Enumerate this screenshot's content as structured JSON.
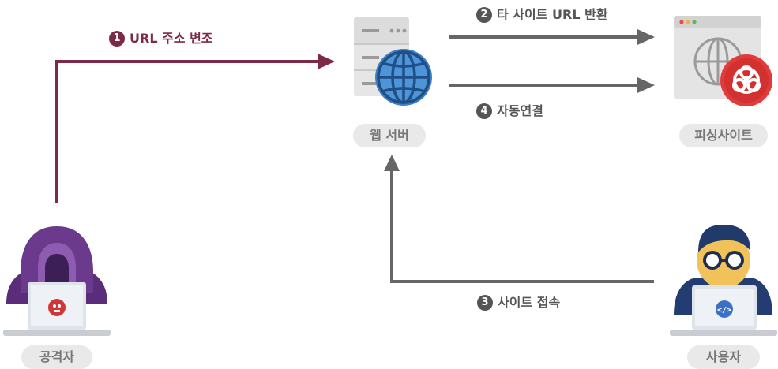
{
  "colors": {
    "attack": "#7c2a46",
    "flow": "#666666",
    "pill_bg": "#e9e9e9",
    "pill_text": "#777777"
  },
  "nodes": {
    "web_server": {
      "label": "웹 서버",
      "icon": "server-globe-icon"
    },
    "phishing_site": {
      "label": "피싱사이트",
      "icon": "browser-biohazard-icon"
    },
    "attacker": {
      "label": "공격자",
      "icon": "hooded-hacker-icon"
    },
    "user": {
      "label": "사용자",
      "icon": "developer-user-icon"
    }
  },
  "steps": [
    {
      "num": "1",
      "text": "URL 주소 변조"
    },
    {
      "num": "2",
      "text": "타 사이트 URL 반환"
    },
    {
      "num": "3",
      "text": "사이트 접속"
    },
    {
      "num": "4",
      "text": "자동연결"
    }
  ]
}
